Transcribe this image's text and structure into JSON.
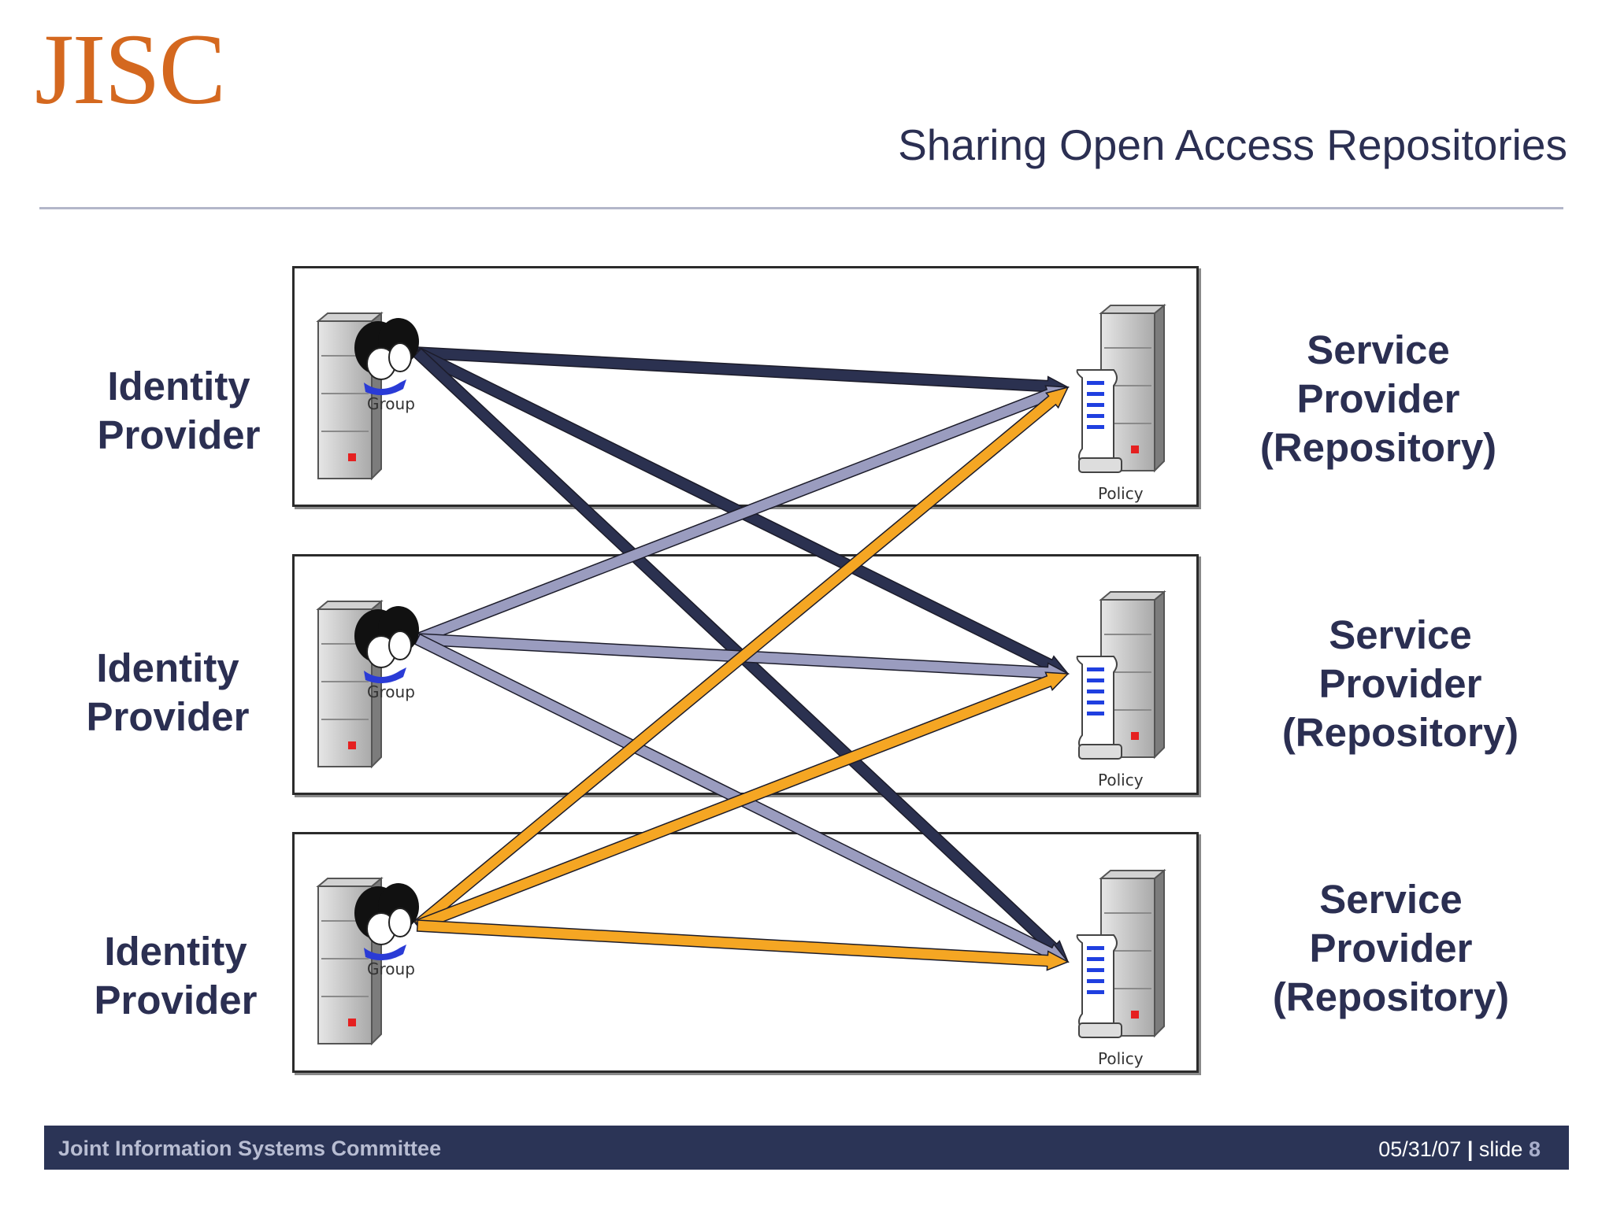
{
  "header": {
    "logo": "JISC",
    "title": "Sharing Open Access Repositories"
  },
  "identity_providers": [
    {
      "line1": "Identity",
      "line2": "Provider",
      "icon_label": "Group"
    },
    {
      "line1": "Identity",
      "line2": "Provider",
      "icon_label": "Group"
    },
    {
      "line1": "Identity",
      "line2": "Provider",
      "icon_label": "Group"
    }
  ],
  "service_providers": [
    {
      "line1": "Service",
      "line2": "Provider",
      "line3": "(Repository)",
      "icon_label": "Policy"
    },
    {
      "line1": "Service",
      "line2": "Provider",
      "line3": "(Repository)",
      "icon_label": "Policy"
    },
    {
      "line1": "Service",
      "line2": "Provider",
      "line3": "(Repository)",
      "icon_label": "Policy"
    }
  ],
  "connections": [
    {
      "from": 0,
      "to": 0,
      "color": "#2b3150"
    },
    {
      "from": 0,
      "to": 1,
      "color": "#2b3150"
    },
    {
      "from": 0,
      "to": 2,
      "color": "#2b3150"
    },
    {
      "from": 1,
      "to": 0,
      "color": "#9a9cbf"
    },
    {
      "from": 1,
      "to": 1,
      "color": "#9a9cbf"
    },
    {
      "from": 1,
      "to": 2,
      "color": "#9a9cbf"
    },
    {
      "from": 2,
      "to": 0,
      "color": "#f5a623"
    },
    {
      "from": 2,
      "to": 1,
      "color": "#f5a623"
    },
    {
      "from": 2,
      "to": 2,
      "color": "#f5a623"
    }
  ],
  "footer": {
    "org": "Joint Information Systems Committee",
    "date": "05/31/07",
    "separator": "|",
    "slide_word": "slide",
    "slide_number": "8"
  }
}
